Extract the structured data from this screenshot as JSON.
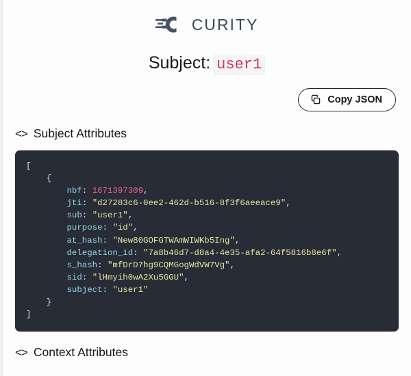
{
  "brand": {
    "name": "CURITY",
    "logo_icon": "curity-c-logo-icon"
  },
  "subject": {
    "label": "Subject:",
    "value": "user1"
  },
  "toolbar": {
    "copy_json_label": "Copy JSON",
    "copy_icon": "copy-icon"
  },
  "sections": {
    "subject_attributes": {
      "icon": "code-brackets-icon",
      "label": "Subject Attributes"
    },
    "context_attributes": {
      "icon": "code-brackets-icon",
      "label": "Context Attributes"
    }
  },
  "code_block": {
    "open_bracket": "[",
    "open_brace": "{",
    "close_brace": "}",
    "close_bracket": "]",
    "colors": {
      "background": "#282c36",
      "key": "#8ed7e8",
      "string": "#e6e6a0",
      "number": "#e8638f",
      "punctuation": "#dfe3ea"
    },
    "entries": [
      {
        "key": "nbf",
        "value": "1671397309",
        "type": "number",
        "comma": true
      },
      {
        "key": "jti",
        "value": "d27283c6-0ee2-462d-b516-8f3f6aeeace9",
        "type": "string",
        "comma": true
      },
      {
        "key": "sub",
        "value": "user1",
        "type": "string",
        "comma": true
      },
      {
        "key": "purpose",
        "value": "id",
        "type": "string",
        "comma": true
      },
      {
        "key": "at_hash",
        "value": "New80GOFGTWAmWIWKb5Ing",
        "type": "string",
        "comma": true
      },
      {
        "key": "delegation_id",
        "value": "7a8b46d7-d8a4-4e35-afa2-64f5816b8e6f",
        "type": "string",
        "comma": true
      },
      {
        "key": "s_hash",
        "value": "mfDrD7hg9CQMGogWdVW7Vg",
        "type": "string",
        "comma": true
      },
      {
        "key": "sid",
        "value": "lHmyih0wA2Xu5GGU",
        "type": "string",
        "comma": true
      },
      {
        "key": "subject",
        "value": "user1",
        "type": "string",
        "comma": false
      }
    ]
  }
}
